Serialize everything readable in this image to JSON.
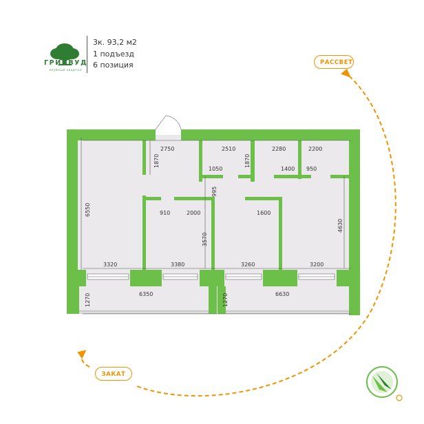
{
  "brand": {
    "name": "ГРИНВУД",
    "subtitle": "клубный квартал",
    "color": "#2f7d32"
  },
  "apartment": {
    "area": "3к. 93,2 м2",
    "entrance": "1 подъезд",
    "position": "6 позиция"
  },
  "compass": {
    "sunrise_label": "РАССВЕТ",
    "sunset_label": "ЗАКАТ",
    "accent_color": "#f39200",
    "icon": "compass-icon"
  },
  "walls": {
    "color": "#6cc04a",
    "floor_color": "#ebe9eb"
  },
  "dimensions": {
    "top_2750": "2750",
    "top_2510": "2510",
    "top_2280": "2280",
    "top_2200": "2200",
    "v_1870_a": "1870",
    "v_1870_b": "1870",
    "h_1050": "1050",
    "h_1400": "1400",
    "h_950": "950",
    "v_995": "995",
    "h_910": "910",
    "h_2000": "2000",
    "h_1600": "1600",
    "v_6550": "6550",
    "v_3570": "3570",
    "v_4630": "4630",
    "bottom_3320": "3320",
    "bottom_3380": "3380",
    "bottom_3260": "3260",
    "bottom_3200": "3200",
    "balcony_6350": "6350",
    "balcony_6630": "6630",
    "v_1270_a": "1270",
    "v_1270_b": "1270"
  }
}
